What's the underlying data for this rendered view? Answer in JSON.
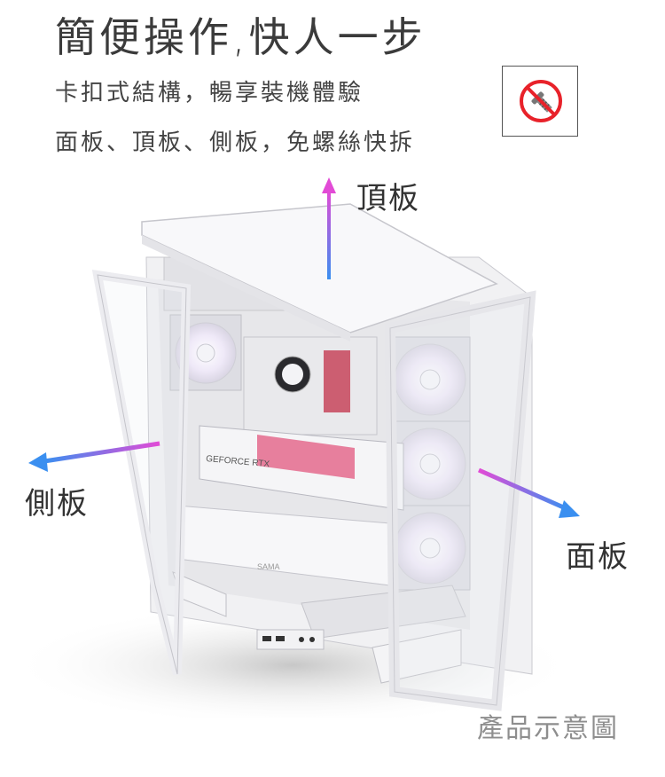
{
  "heading": {
    "title": "簡便操作,快人一步",
    "subtitle_line1": "卡扣式結構，暢享裝機體驗",
    "subtitle_line2": "面板、頂板、側板，免螺絲快拆"
  },
  "badge": {
    "icon": "no-screw-icon",
    "color": "#e8222a"
  },
  "callouts": {
    "top_panel": "頂板",
    "side_panel": "側板",
    "front_panel": "面板"
  },
  "product_labels": {
    "gpu_text": "GEFORCE RTX",
    "psu_brand": "SAMA"
  },
  "caption": "產品示意圖",
  "colors": {
    "arrow_start": "#e24bd6",
    "arrow_end": "#3a8ff0"
  }
}
